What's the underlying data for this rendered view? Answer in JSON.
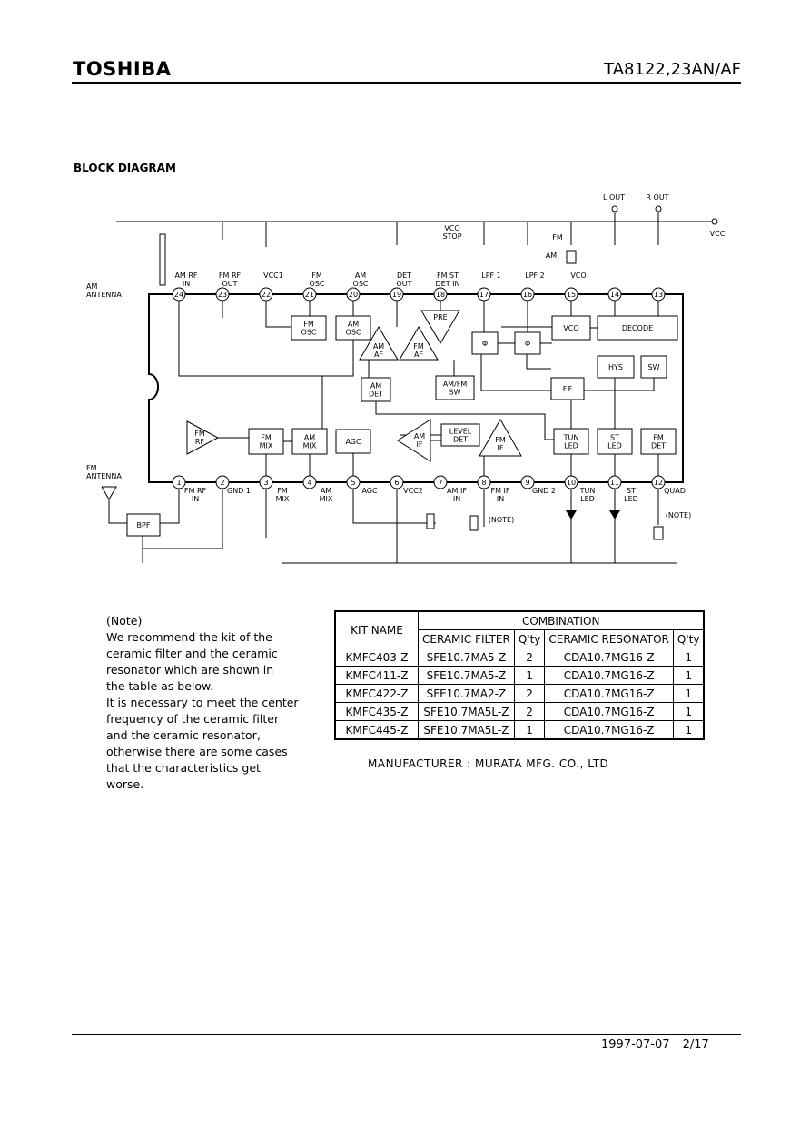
{
  "header": {
    "brand": "TOSHIBA",
    "part_number": "TA8122,23AN/AF"
  },
  "section_title": "BLOCK DIAGRAM",
  "diagram": {
    "top_pins": [
      {
        "num": "24",
        "label": [
          "AM RF",
          "IN"
        ]
      },
      {
        "num": "23",
        "label": [
          "FM RF",
          "OUT"
        ]
      },
      {
        "num": "22",
        "label": [
          "VCC1"
        ]
      },
      {
        "num": "21",
        "label": [
          "FM",
          "OSC"
        ]
      },
      {
        "num": "20",
        "label": [
          "AM",
          "OSC"
        ]
      },
      {
        "num": "19",
        "label": [
          "DET",
          "OUT"
        ]
      },
      {
        "num": "18",
        "label": [
          "FM ST",
          "DET IN"
        ]
      },
      {
        "num": "17",
        "label": [
          "LPF 1"
        ]
      },
      {
        "num": "16",
        "label": [
          "LPF 2"
        ]
      },
      {
        "num": "15",
        "label": [
          "VCO"
        ]
      },
      {
        "num": "14",
        "label": [
          ""
        ]
      },
      {
        "num": "13",
        "label": [
          ""
        ]
      }
    ],
    "bottom_pins": [
      {
        "num": "1",
        "label": [
          "FM RF",
          "IN"
        ]
      },
      {
        "num": "2",
        "label": [
          "GND 1"
        ]
      },
      {
        "num": "3",
        "label": [
          "FM",
          "MIX"
        ]
      },
      {
        "num": "4",
        "label": [
          "AM",
          "MIX"
        ]
      },
      {
        "num": "5",
        "label": [
          "AGC"
        ]
      },
      {
        "num": "6",
        "label": [
          "VCC2"
        ]
      },
      {
        "num": "7",
        "label": [
          "AM IF",
          "IN"
        ]
      },
      {
        "num": "8",
        "label": [
          "FM IF",
          "IN"
        ]
      },
      {
        "num": "9",
        "label": [
          "GND 2"
        ]
      },
      {
        "num": "10",
        "label": [
          "TUN",
          "LED"
        ]
      },
      {
        "num": "11",
        "label": [
          "ST",
          "LED"
        ]
      },
      {
        "num": "12",
        "label": [
          "QUAD"
        ]
      }
    ],
    "blocks": [
      {
        "id": "fm-osc",
        "label": [
          "FM",
          "OSC"
        ]
      },
      {
        "id": "am-osc",
        "label": [
          "AM",
          "OSC"
        ]
      },
      {
        "id": "am-det",
        "label": [
          "AM",
          "DET"
        ]
      },
      {
        "id": "am-fm-sw",
        "label": [
          "AM/FM",
          "SW"
        ]
      },
      {
        "id": "level-det",
        "label": [
          "LEVEL",
          "DET"
        ]
      },
      {
        "id": "vco",
        "label": [
          "VCO"
        ]
      },
      {
        "id": "decode",
        "label": [
          "DECODE"
        ]
      },
      {
        "id": "phi1",
        "label": [
          "Φ"
        ]
      },
      {
        "id": "phi2",
        "label": [
          "Φ"
        ]
      },
      {
        "id": "hys",
        "label": [
          "HYS"
        ]
      },
      {
        "id": "sw",
        "label": [
          "SW"
        ]
      },
      {
        "id": "ff",
        "label": [
          "F.F"
        ]
      },
      {
        "id": "fm-mix",
        "label": [
          "FM",
          "MIX"
        ]
      },
      {
        "id": "am-mix",
        "label": [
          "AM",
          "MIX"
        ]
      },
      {
        "id": "agc",
        "label": [
          "AGC"
        ]
      },
      {
        "id": "tun-led",
        "label": [
          "TUN",
          "LED"
        ]
      },
      {
        "id": "st-led",
        "label": [
          "ST",
          "LED"
        ]
      },
      {
        "id": "fm-det",
        "label": [
          "FM",
          "DET"
        ]
      },
      {
        "id": "bpf",
        "label": [
          "BPF"
        ]
      }
    ],
    "amps": [
      {
        "id": "fm-rf",
        "label": [
          "FM",
          "RF"
        ]
      },
      {
        "id": "am-af",
        "label": [
          "AM",
          "AF"
        ]
      },
      {
        "id": "fm-af",
        "label": [
          "FM",
          "AF"
        ]
      },
      {
        "id": "pre",
        "label": [
          "PRE"
        ]
      },
      {
        "id": "am-if",
        "label": [
          "AM",
          "IF"
        ]
      },
      {
        "id": "fm-if",
        "label": [
          "FM",
          "IF"
        ]
      }
    ],
    "ext_labels": {
      "am_antenna": [
        "AM",
        "ANTENNA"
      ],
      "fm_antenna": [
        "FM",
        "ANTENNA"
      ],
      "vco_stop": [
        "VCO",
        "STOP"
      ],
      "fm": "FM",
      "am": "AM",
      "l_out": "L OUT",
      "r_out": "R OUT",
      "vcc": "VCC",
      "note1": "(NOTE)",
      "note2": "(NOTE)"
    }
  },
  "note": {
    "heading": "(Note)",
    "lines": [
      "We recommend the kit of the",
      "ceramic filter and the ceramic",
      "resonator which are shown in",
      "the table as below.",
      "It is necessary to meet the center",
      "frequency of the ceramic filter",
      "and the ceramic resonator,",
      "otherwise there are some cases",
      "that the characteristics get",
      "worse."
    ]
  },
  "kit_table": {
    "kit_name_header": "KIT NAME",
    "combination_header": "COMBINATION",
    "sub_headers": [
      "CERAMIC FILTER",
      "Q'ty",
      "CERAMIC RESONATOR",
      "Q'ty"
    ],
    "rows": [
      [
        "KMFC403-Z",
        "SFE10.7MA5-Z",
        "2",
        "CDA10.7MG16-Z",
        "1"
      ],
      [
        "KMFC411-Z",
        "SFE10.7MA5-Z",
        "1",
        "CDA10.7MG16-Z",
        "1"
      ],
      [
        "KMFC422-Z",
        "SFE10.7MA2-Z",
        "2",
        "CDA10.7MG16-Z",
        "1"
      ],
      [
        "KMFC435-Z",
        "SFE10.7MA5L-Z",
        "2",
        "CDA10.7MG16-Z",
        "1"
      ],
      [
        "KMFC445-Z",
        "SFE10.7MA5L-Z",
        "1",
        "CDA10.7MG16-Z",
        "1"
      ]
    ]
  },
  "manufacturer": "MANUFACTURER : MURATA MFG. CO., LTD",
  "footer": {
    "date": "1997-07-07",
    "page": "2/17"
  }
}
